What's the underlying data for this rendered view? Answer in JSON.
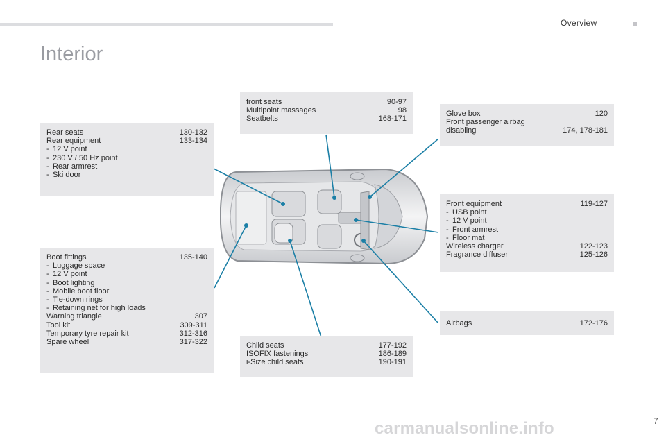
{
  "header": {
    "section": "Overview"
  },
  "title": "Interior",
  "boxes": {
    "rear": {
      "rows": [
        {
          "label": "Rear seats",
          "pages": "130-132"
        },
        {
          "label": "Rear equipment",
          "pages": "133-134"
        }
      ],
      "subs": [
        "12 V point",
        "230 V / 50 Hz point",
        "Rear armrest",
        "Ski door"
      ]
    },
    "boot": {
      "rows": [
        {
          "label": "Boot fittings",
          "pages": "135-140"
        }
      ],
      "subs": [
        "Luggage space",
        "12 V point",
        "Boot lighting",
        "Mobile boot floor",
        "Tie-down rings",
        "Retaining net for high loads"
      ],
      "rows2": [
        {
          "label": "Warning triangle",
          "pages": "307"
        },
        {
          "label": "Tool kit",
          "pages": "309-311"
        },
        {
          "label": "Temporary tyre repair kit",
          "pages": "312-316"
        },
        {
          "label": "Spare wheel",
          "pages": "317-322"
        }
      ]
    },
    "front_seats": {
      "rows": [
        {
          "label": "front seats",
          "pages": "90-97"
        },
        {
          "label": "Multipoint massages",
          "pages": "98"
        },
        {
          "label": "Seatbelts",
          "pages": "168-171"
        }
      ]
    },
    "child": {
      "rows": [
        {
          "label": "Child seats",
          "pages": "177-192"
        },
        {
          "label": "ISOFIX fastenings",
          "pages": "186-189"
        },
        {
          "label": "i-Size child seats",
          "pages": "190-191"
        }
      ]
    },
    "glove": {
      "rows": [
        {
          "label": "Glove box",
          "pages": "120"
        },
        {
          "label": "Front passenger airbag disabling",
          "label_line1": "Front passenger airbag",
          "label_line2": "disabling",
          "pages": "174, 178-181"
        }
      ]
    },
    "front_equipment": {
      "rows": [
        {
          "label": "Front equipment",
          "pages": "119-127"
        }
      ],
      "subs": [
        "USB point",
        "12 V point",
        "Front armrest",
        "Floor mat"
      ],
      "rows2": [
        {
          "label": "Wireless charger",
          "pages": "122-123"
        },
        {
          "label": "Fragrance diffuser",
          "pages": "125-126"
        }
      ]
    },
    "airbags": {
      "rows": [
        {
          "label": "Airbags",
          "pages": "172-176"
        }
      ]
    }
  },
  "footer": {
    "page_number": "7",
    "watermark": "carmanualsonline.info"
  },
  "colors": {
    "callout_line": "#1b7fa6",
    "box_bg": "#e7e7e9",
    "title": "#9a9ca2"
  }
}
